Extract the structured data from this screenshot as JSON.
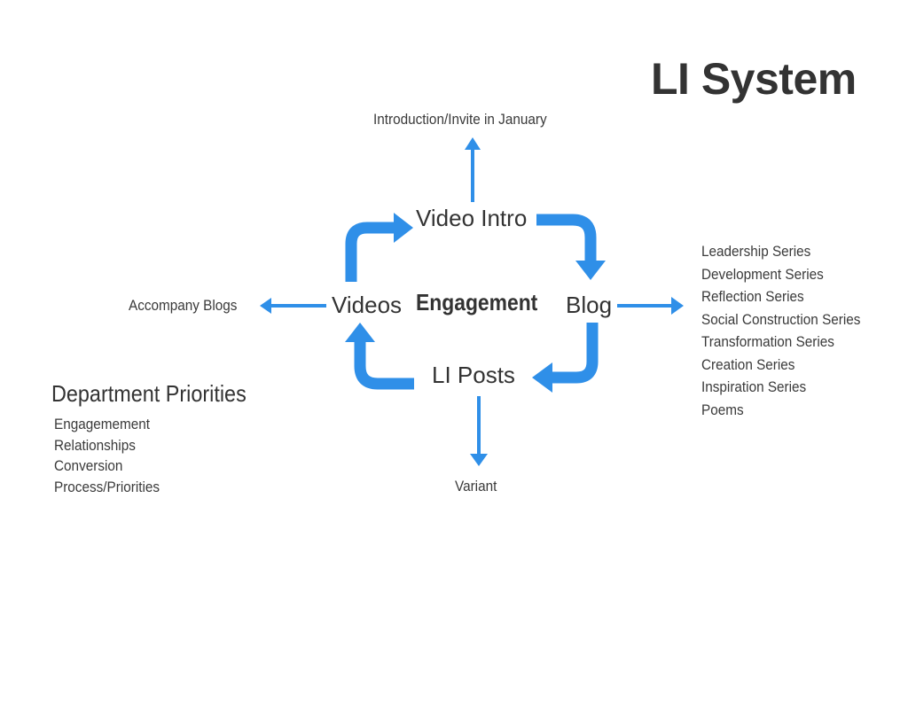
{
  "title": "LI System",
  "center_label": "Engagement",
  "nodes": {
    "video_intro": "Video Intro",
    "blog": "Blog",
    "li_posts": "LI Posts",
    "videos": "Videos"
  },
  "branches": {
    "video_intro": "Introduction/Invite in January",
    "videos": "Accompany Blogs",
    "li_posts": "Variant",
    "blog": [
      "Leadership Series",
      "Development Series",
      "Reflection Series",
      "Social Construction Series",
      "Transformation Series",
      "Creation Series",
      "Inspiration Series",
      "Poems"
    ]
  },
  "department_priorities": {
    "title": "Department Priorities",
    "items": [
      "Engagemement",
      "Relationships",
      "Conversion",
      "Process/Priorities"
    ]
  },
  "colors": {
    "arrow": "#2f8fe8",
    "text": "#333333"
  }
}
